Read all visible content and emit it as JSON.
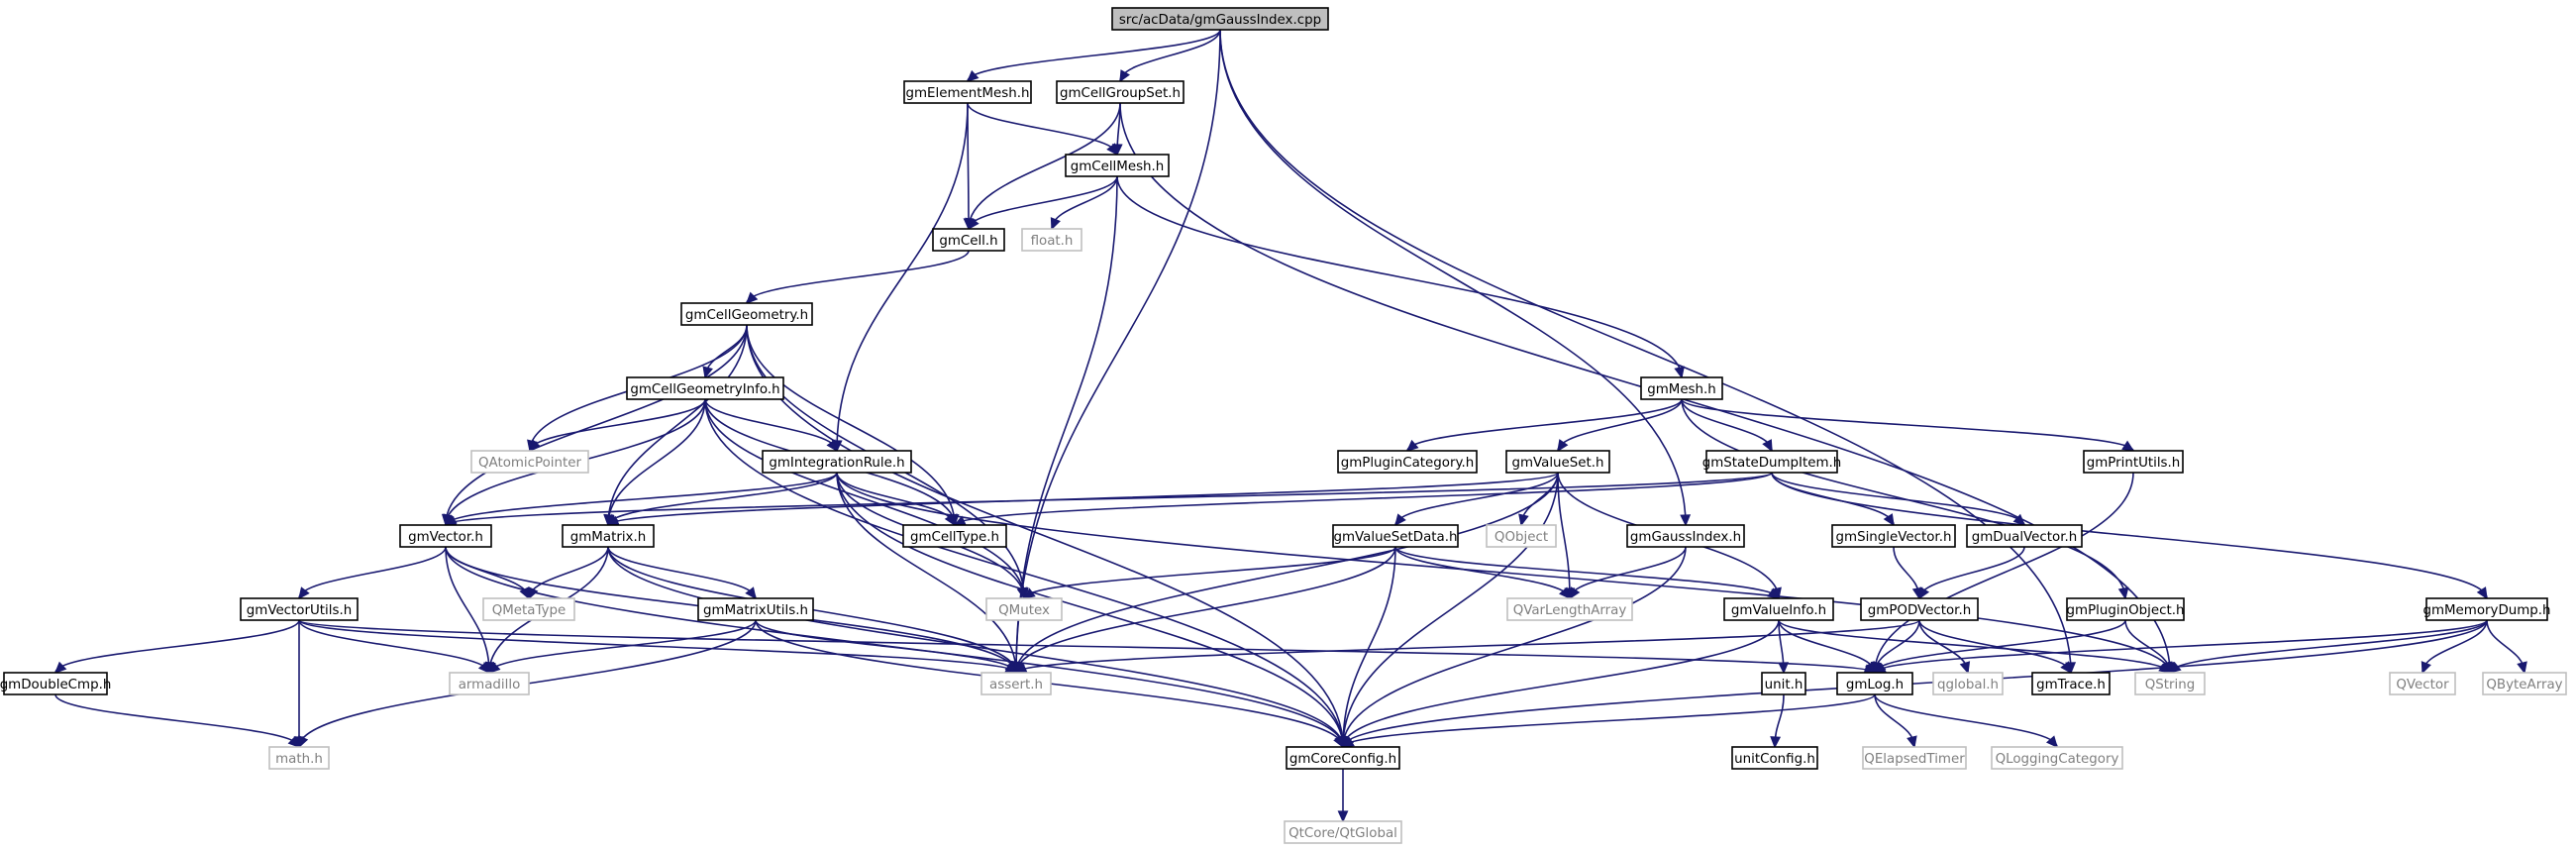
{
  "colors": {
    "edge": "#191970",
    "root_fill": "#bfbfbf",
    "project_border": "#000000",
    "external_border": "#bfbfbf",
    "external_text": "#7f7f7f"
  },
  "nodes": [
    {
      "id": "root",
      "label": "src/acData/gmGaussIndex.cpp",
      "kind": "root"
    },
    {
      "id": "elementmesh",
      "label": "gmElementMesh.h",
      "kind": "project"
    },
    {
      "id": "cellgroupset",
      "label": "gmCellGroupSet.h",
      "kind": "project"
    },
    {
      "id": "cellmesh",
      "label": "gmCellMesh.h",
      "kind": "project"
    },
    {
      "id": "cell",
      "label": "gmCell.h",
      "kind": "project"
    },
    {
      "id": "floath",
      "label": "float.h",
      "kind": "external"
    },
    {
      "id": "cellgeometry",
      "label": "gmCellGeometry.h",
      "kind": "project"
    },
    {
      "id": "cellgeometryinfo",
      "label": "gmCellGeometryInfo.h",
      "kind": "project"
    },
    {
      "id": "qatomicpointer",
      "label": "QAtomicPointer",
      "kind": "external"
    },
    {
      "id": "integrationrule",
      "label": "gmIntegrationRule.h",
      "kind": "project"
    },
    {
      "id": "mesh",
      "label": "gmMesh.h",
      "kind": "project"
    },
    {
      "id": "plugincategory",
      "label": "gmPluginCategory.h",
      "kind": "project"
    },
    {
      "id": "valueset",
      "label": "gmValueSet.h",
      "kind": "project"
    },
    {
      "id": "statedumpitem",
      "label": "gmStateDumpItem.h",
      "kind": "project"
    },
    {
      "id": "printutils",
      "label": "gmPrintUtils.h",
      "kind": "project"
    },
    {
      "id": "vector",
      "label": "gmVector.h",
      "kind": "project"
    },
    {
      "id": "matrix",
      "label": "gmMatrix.h",
      "kind": "project"
    },
    {
      "id": "celltype",
      "label": "gmCellType.h",
      "kind": "project"
    },
    {
      "id": "qobject",
      "label": "QObject",
      "kind": "external"
    },
    {
      "id": "valuesetdata",
      "label": "gmValueSetData.h",
      "kind": "project"
    },
    {
      "id": "gaussindex",
      "label": "gmGaussIndex.h",
      "kind": "project"
    },
    {
      "id": "singlevector",
      "label": "gmSingleVector.h",
      "kind": "project"
    },
    {
      "id": "dualvector",
      "label": "gmDualVector.h",
      "kind": "project"
    },
    {
      "id": "qmetatype",
      "label": "QMetaType",
      "kind": "external"
    },
    {
      "id": "qmutex",
      "label": "QMutex",
      "kind": "external"
    },
    {
      "id": "qvarlengtharray",
      "label": "QVarLengthArray",
      "kind": "external"
    },
    {
      "id": "vectorutils",
      "label": "gmVectorUtils.h",
      "kind": "project"
    },
    {
      "id": "matrixutils",
      "label": "gmMatrixUtils.h",
      "kind": "project"
    },
    {
      "id": "valueinfo",
      "label": "gmValueInfo.h",
      "kind": "project"
    },
    {
      "id": "podvector",
      "label": "gmPODVector.h",
      "kind": "project"
    },
    {
      "id": "pluginobject",
      "label": "gmPluginObject.h",
      "kind": "project"
    },
    {
      "id": "memorydump",
      "label": "gmMemoryDump.h",
      "kind": "project"
    },
    {
      "id": "doublecmp",
      "label": "gmDoubleCmp.h",
      "kind": "project"
    },
    {
      "id": "armadillo",
      "label": "armadillo",
      "kind": "external"
    },
    {
      "id": "asserth",
      "label": "assert.h",
      "kind": "external"
    },
    {
      "id": "unith",
      "label": "unit.h",
      "kind": "project"
    },
    {
      "id": "log",
      "label": "gmLog.h",
      "kind": "project"
    },
    {
      "id": "qglobal",
      "label": "qglobal.h",
      "kind": "external"
    },
    {
      "id": "trace",
      "label": "gmTrace.h",
      "kind": "project"
    },
    {
      "id": "qstring",
      "label": "QString",
      "kind": "external"
    },
    {
      "id": "qvector",
      "label": "QVector",
      "kind": "external"
    },
    {
      "id": "qbytearray",
      "label": "QByteArray",
      "kind": "external"
    },
    {
      "id": "mathh",
      "label": "math.h",
      "kind": "external"
    },
    {
      "id": "coreconfig",
      "label": "gmCoreConfig.h",
      "kind": "project"
    },
    {
      "id": "unitconfig",
      "label": "unitConfig.h",
      "kind": "project"
    },
    {
      "id": "qelapsedtimer",
      "label": "QElapsedTimer",
      "kind": "external"
    },
    {
      "id": "qloggingcategory",
      "label": "QLoggingCategory",
      "kind": "external"
    },
    {
      "id": "qtcoreqtglobal",
      "label": "QtCore/QtGlobal",
      "kind": "external"
    }
  ],
  "edges": [
    [
      "root",
      "elementmesh"
    ],
    [
      "root",
      "cellgroupset"
    ],
    [
      "root",
      "asserth"
    ],
    [
      "root",
      "gaussindex"
    ],
    [
      "root",
      "trace"
    ],
    [
      "elementmesh",
      "cellmesh"
    ],
    [
      "elementmesh",
      "cell"
    ],
    [
      "elementmesh",
      "integrationrule"
    ],
    [
      "cellgroupset",
      "cellmesh"
    ],
    [
      "cellgroupset",
      "cell"
    ],
    [
      "cellgroupset",
      "qstring"
    ],
    [
      "cellmesh",
      "cell"
    ],
    [
      "cellmesh",
      "floath"
    ],
    [
      "cellmesh",
      "mesh"
    ],
    [
      "cellmesh",
      "asserth"
    ],
    [
      "cell",
      "cellgeometry"
    ],
    [
      "cellgeometry",
      "cellgeometryinfo"
    ],
    [
      "cellgeometry",
      "qatomicpointer"
    ],
    [
      "cellgeometry",
      "vector"
    ],
    [
      "cellgeometry",
      "matrix"
    ],
    [
      "cellgeometry",
      "celltype"
    ],
    [
      "cellgeometry",
      "qmutex"
    ],
    [
      "cellgeometry",
      "coreconfig"
    ],
    [
      "cellgeometryinfo",
      "qatomicpointer"
    ],
    [
      "cellgeometryinfo",
      "integrationrule"
    ],
    [
      "cellgeometryinfo",
      "vector"
    ],
    [
      "cellgeometryinfo",
      "matrix"
    ],
    [
      "cellgeometryinfo",
      "celltype"
    ],
    [
      "cellgeometryinfo",
      "qmutex"
    ],
    [
      "cellgeometryinfo",
      "coreconfig"
    ],
    [
      "integrationrule",
      "vector"
    ],
    [
      "integrationrule",
      "matrix"
    ],
    [
      "integrationrule",
      "celltype"
    ],
    [
      "integrationrule",
      "qmutex"
    ],
    [
      "integrationrule",
      "asserth"
    ],
    [
      "integrationrule",
      "qstring"
    ],
    [
      "integrationrule",
      "coreconfig"
    ],
    [
      "mesh",
      "plugincategory"
    ],
    [
      "mesh",
      "valueset"
    ],
    [
      "mesh",
      "statedumpitem"
    ],
    [
      "mesh",
      "printutils"
    ],
    [
      "mesh",
      "pluginobject"
    ],
    [
      "valueset",
      "qobject"
    ],
    [
      "valueset",
      "valuesetdata"
    ],
    [
      "valueset",
      "qvarlengtharray"
    ],
    [
      "valueset",
      "valueinfo"
    ],
    [
      "valueset",
      "asserth"
    ],
    [
      "valueset",
      "coreconfig"
    ],
    [
      "valueset",
      "matrix"
    ],
    [
      "statedumpitem",
      "vector"
    ],
    [
      "statedumpitem",
      "singlevector"
    ],
    [
      "statedumpitem",
      "dualvector"
    ],
    [
      "statedumpitem",
      "memorydump"
    ],
    [
      "statedumpitem",
      "celltype"
    ],
    [
      "printutils",
      "log"
    ],
    [
      "vector",
      "vectorutils"
    ],
    [
      "vector",
      "qmetatype"
    ],
    [
      "vector",
      "armadillo"
    ],
    [
      "vector",
      "asserth"
    ],
    [
      "vector",
      "coreconfig"
    ],
    [
      "matrix",
      "qmetatype"
    ],
    [
      "matrix",
      "matrixutils"
    ],
    [
      "matrix",
      "armadillo"
    ],
    [
      "matrix",
      "asserth"
    ],
    [
      "matrix",
      "coreconfig"
    ],
    [
      "valuesetdata",
      "qmutex"
    ],
    [
      "valuesetdata",
      "qvarlengtharray"
    ],
    [
      "valuesetdata",
      "valueinfo"
    ],
    [
      "valuesetdata",
      "asserth"
    ],
    [
      "valuesetdata",
      "coreconfig"
    ],
    [
      "gaussindex",
      "qvarlengtharray"
    ],
    [
      "gaussindex",
      "coreconfig"
    ],
    [
      "singlevector",
      "podvector"
    ],
    [
      "dualvector",
      "podvector"
    ],
    [
      "vectorutils",
      "doublecmp"
    ],
    [
      "vectorutils",
      "armadillo"
    ],
    [
      "vectorutils",
      "mathh"
    ],
    [
      "vectorutils",
      "asserth"
    ],
    [
      "vectorutils",
      "log"
    ],
    [
      "matrixutils",
      "armadillo"
    ],
    [
      "matrixutils",
      "asserth"
    ],
    [
      "matrixutils",
      "mathh"
    ],
    [
      "matrixutils",
      "coreconfig"
    ],
    [
      "valueinfo",
      "unith"
    ],
    [
      "valueinfo",
      "log"
    ],
    [
      "valueinfo",
      "qstring"
    ],
    [
      "valueinfo",
      "coreconfig"
    ],
    [
      "podvector",
      "asserth"
    ],
    [
      "podvector",
      "log"
    ],
    [
      "podvector",
      "qglobal"
    ],
    [
      "podvector",
      "trace"
    ],
    [
      "pluginobject",
      "log"
    ],
    [
      "pluginobject",
      "qstring"
    ],
    [
      "memorydump",
      "log"
    ],
    [
      "memorydump",
      "qstring"
    ],
    [
      "memorydump",
      "qvector"
    ],
    [
      "memorydump",
      "qbytearray"
    ],
    [
      "memorydump",
      "coreconfig"
    ],
    [
      "doublecmp",
      "mathh"
    ],
    [
      "unith",
      "unitconfig"
    ],
    [
      "log",
      "qelapsedtimer"
    ],
    [
      "log",
      "qloggingcategory"
    ],
    [
      "log",
      "coreconfig"
    ],
    [
      "coreconfig",
      "qtcoreqtglobal"
    ]
  ]
}
